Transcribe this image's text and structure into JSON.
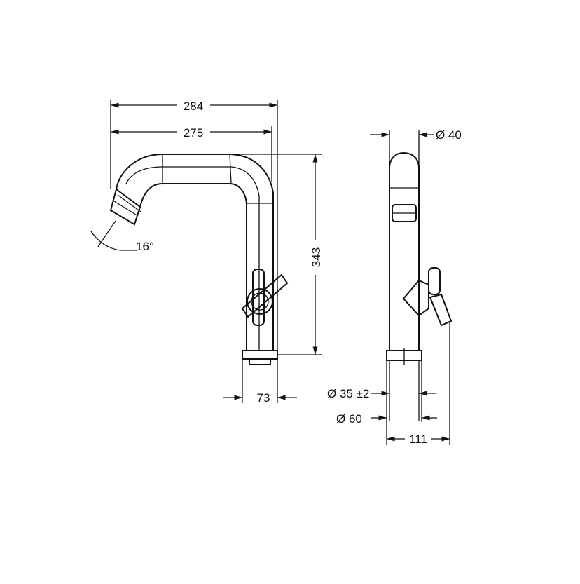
{
  "dimensions": {
    "total_reach": "284",
    "spout_reach": "275",
    "height": "343",
    "spout_angle": "16°",
    "base_offset": "73",
    "spout_diameter": "Ø 40",
    "hole_diameter": "Ø 35 ±2",
    "base_diameter": "Ø 60",
    "depth": "111"
  },
  "colors": {
    "line": "#111111",
    "background": "#ffffff"
  }
}
